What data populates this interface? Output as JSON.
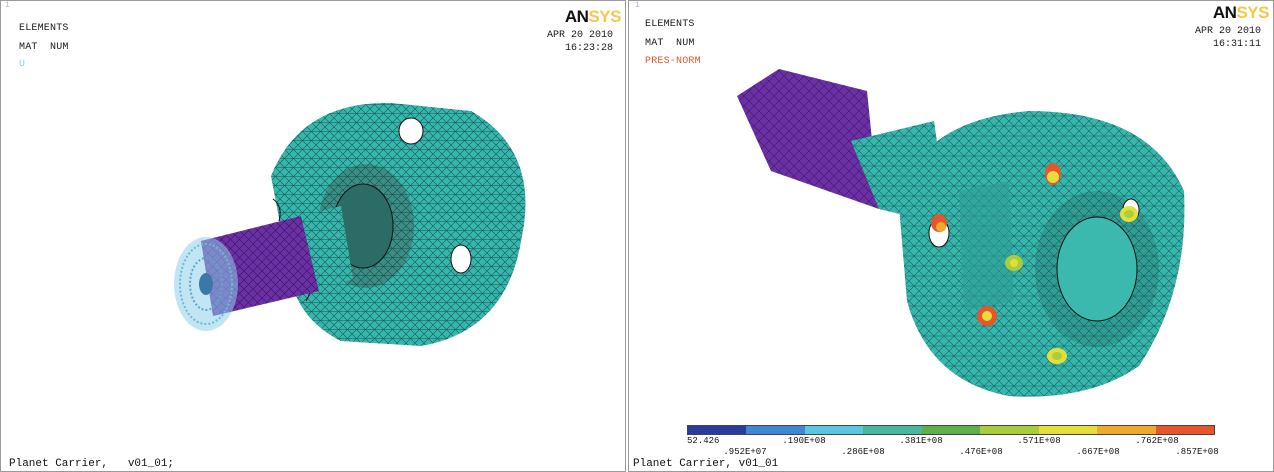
{
  "left_view": {
    "window_number": "1",
    "title_lines": [
      "ELEMENTS",
      "MAT  NUM"
    ],
    "extra_label": "U",
    "logo": {
      "an": "AN",
      "sys": "SYS"
    },
    "date": "APR 20 2010",
    "time": "16:23:28",
    "caption": "Planet Carrier,   v01_01;"
  },
  "right_view": {
    "window_number": "1",
    "title_lines": [
      "ELEMENTS",
      "MAT  NUM"
    ],
    "extra_label": "PRES-NORM",
    "logo": {
      "an": "AN",
      "sys": "SYS"
    },
    "date": "APR 20 2010",
    "time": "16:31:11",
    "caption": "Planet Carrier, v01_01",
    "legend": {
      "colors": [
        "#2a3d9c",
        "#3f87d2",
        "#5cc6e0",
        "#48b7a0",
        "#5fb04a",
        "#a8cf3b",
        "#e5de3a",
        "#eeaa2e",
        "#e7552a"
      ],
      "labels_top": [
        ".190E+08",
        ".381E+08",
        ".571E+08",
        ".762E+08"
      ],
      "labels_bottom": [
        ".952E+07",
        ".286E+08",
        ".476E+08",
        ".667E+08",
        ".857E+08"
      ],
      "label_min": "52.426"
    }
  },
  "colors": {
    "mesh_cyan": "#35b7ad",
    "mesh_purple": "#6b2fa6",
    "constraint_blue": "#8ed0ea",
    "label_red": "#e0582b"
  }
}
